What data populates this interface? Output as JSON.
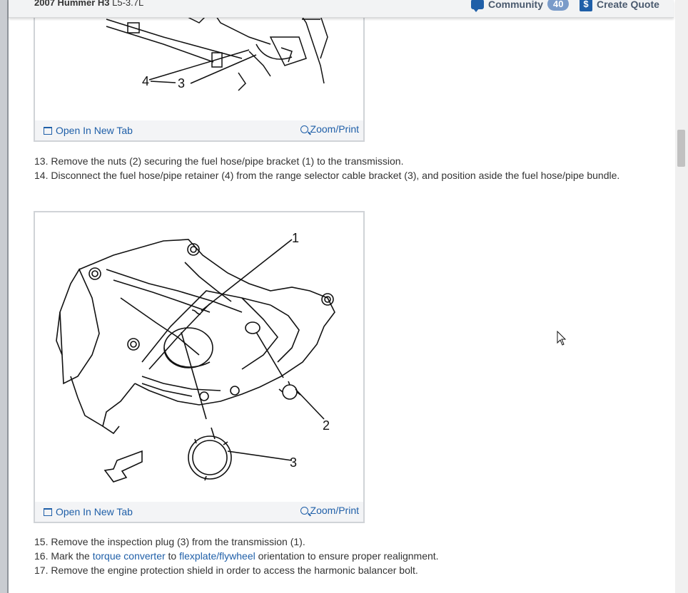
{
  "header": {
    "vehicle_bold": "2007 Hummer H3",
    "vehicle_engine": "L5-3.7L",
    "community_label": "Community",
    "community_count": "40",
    "create_quote_label": "Create Quote"
  },
  "figures": [
    {
      "open_tab_label": "Open In New Tab",
      "zoom_label": "Zoom/Print",
      "callouts": [
        "4",
        "3"
      ]
    },
    {
      "open_tab_label": "Open In New Tab",
      "zoom_label": "Zoom/Print",
      "callouts": [
        "1",
        "2",
        "3"
      ]
    }
  ],
  "steps": {
    "s13": "13. Remove the nuts (2) securing the fuel hose/pipe bracket (1) to the transmission.",
    "s14": "14. Disconnect the fuel hose/pipe retainer (4) from the range selector cable bracket (3), and position aside the fuel hose/pipe bundle.",
    "s15": "15. Remove the inspection plug (3) from the transmission (1).",
    "s16_pre": "16. Mark the ",
    "s16_link1": "torque converter",
    "s16_mid": " to ",
    "s16_link2": "flexplate/flywheel",
    "s16_post": " orientation to ensure proper realignment.",
    "s17": "17. Remove the engine protection shield in order to access the harmonic balancer bolt."
  },
  "icons": {
    "community": "chat-bubble-icon",
    "quote": "dollar-quote-icon",
    "open_tab": "open-new-tab-icon",
    "zoom": "magnifier-icon",
    "cursor": "mouse-pointer-icon"
  },
  "colors": {
    "link": "#1f5fa8",
    "badge": "#7a9bc9",
    "text": "#333333"
  }
}
